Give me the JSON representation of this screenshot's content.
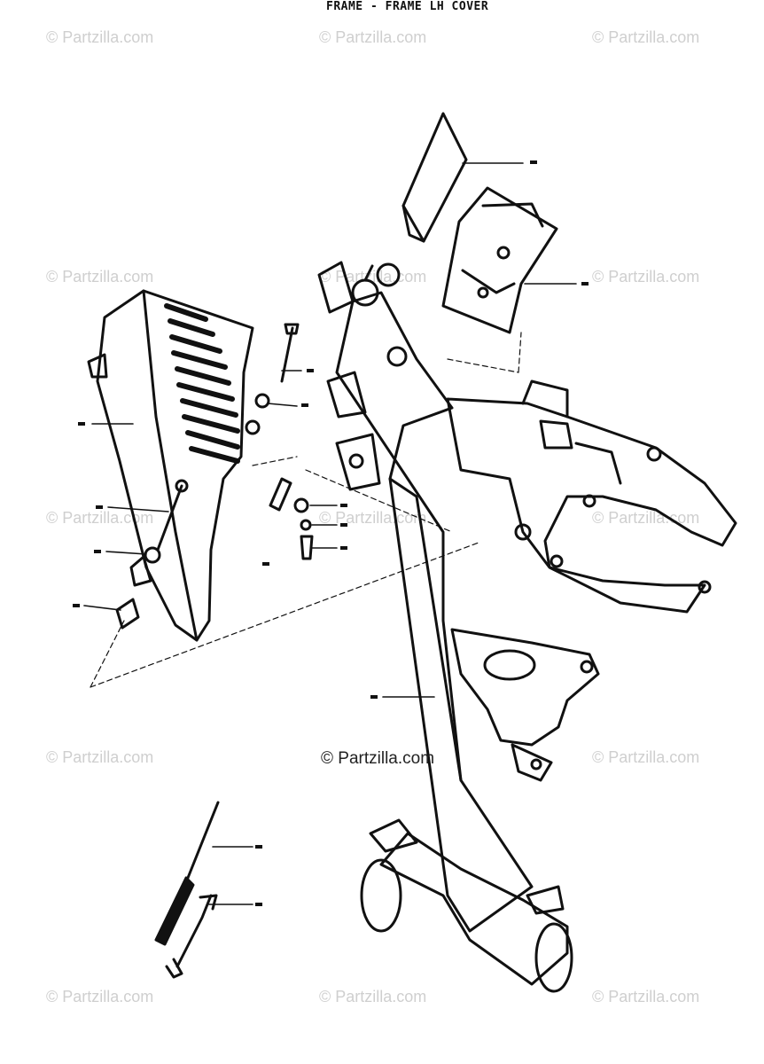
{
  "title": "FRAME - FRAME LH COVER",
  "watermark": "© Partzilla.com",
  "watermark_center": "© Partzilla.com",
  "colors": {
    "line": "#111111",
    "watermark": "#cfcfcf",
    "background": "#ffffff"
  },
  "icons": [
    "frame-drawing",
    "lh-cover-drawing",
    "tool-screwdriver-icon",
    "tool-wrench-icon"
  ]
}
